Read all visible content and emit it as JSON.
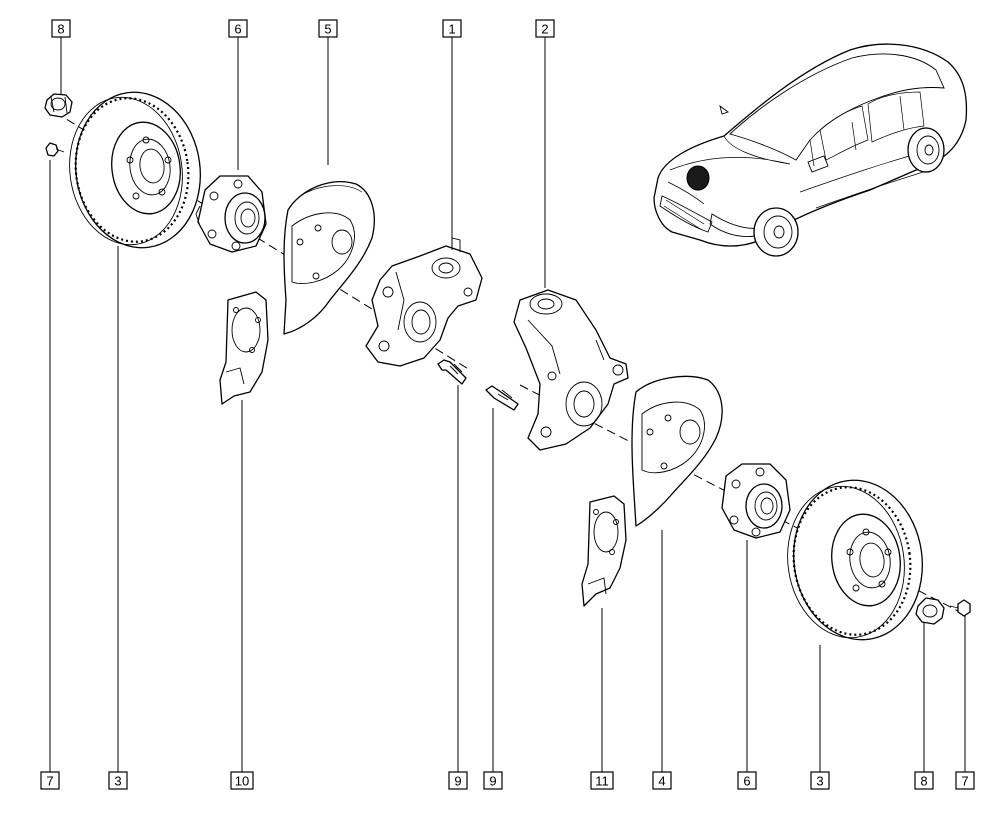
{
  "callouts": {
    "top": [
      {
        "ref": "8"
      },
      {
        "ref": "6"
      },
      {
        "ref": "5"
      },
      {
        "ref": "1"
      },
      {
        "ref": "2"
      }
    ],
    "bottom": [
      {
        "ref": "7"
      },
      {
        "ref": "3"
      },
      {
        "ref": "10"
      },
      {
        "ref": "9"
      },
      {
        "ref": "9"
      },
      {
        "ref": "11"
      },
      {
        "ref": "4"
      },
      {
        "ref": "6"
      },
      {
        "ref": "3"
      },
      {
        "ref": "8"
      },
      {
        "ref": "7"
      }
    ]
  },
  "colors": {
    "line": "#000000",
    "background": "#ffffff",
    "location_marker": "#1a1a1a"
  }
}
